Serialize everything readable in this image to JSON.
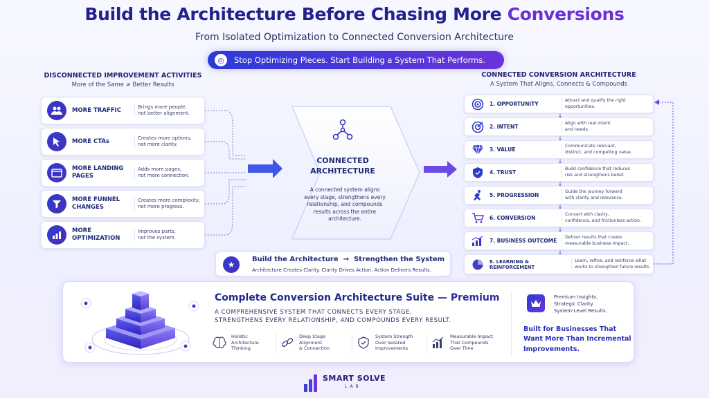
{
  "header": {
    "title_main": "Build the Architecture Before Chasing More",
    "title_accent": "Conversions",
    "subtitle": "From Isolated Optimization to Connected Conversion Architecture",
    "pill": "Stop Optimizing Pieces. Start Building a System That Performs."
  },
  "left": {
    "heading": "DISCONNECTED IMPROVEMENT ACTIVITIES",
    "subheading": "More of the Same ≠ Better Results",
    "items": [
      {
        "name": "MORE TRAFFIC",
        "desc1": "Brings more people,",
        "desc2": "not better alignment.",
        "icon": "people-icon"
      },
      {
        "name": "MORE CTAs",
        "desc1": "Creates more options,",
        "desc2": "not more clarity.",
        "icon": "cursor-icon"
      },
      {
        "name": "MORE LANDING PAGES",
        "desc1": "Adds more pages,",
        "desc2": "not more connection.",
        "icon": "browser-icon"
      },
      {
        "name": "MORE FUNNEL CHANGES",
        "desc1": "Creates more complexity,",
        "desc2": "not more progress.",
        "icon": "funnel-icon"
      },
      {
        "name": "MORE OPTIMIZATION",
        "desc1": "Improves parts,",
        "desc2": "not the system.",
        "icon": "chart-icon"
      }
    ]
  },
  "center": {
    "title_line1": "CONNECTED",
    "title_line2": "ARCHITECTURE",
    "text": [
      "A connected system aligns",
      "every stage, strengthens every",
      "relationship, and compounds",
      "results across the entire",
      "architecture."
    ]
  },
  "right": {
    "heading": "CONNECTED CONVERSION ARCHITECTURE",
    "subheading": "A System That Aligns, Connects & Compounds",
    "items": [
      {
        "name": "1. OPPORTUNITY",
        "desc1": "Attract and qualify the right",
        "desc2": "opportunities.",
        "icon": "target-icon"
      },
      {
        "name": "2. INTENT",
        "desc1": "Align with real intent",
        "desc2": "and needs.",
        "icon": "aim-icon"
      },
      {
        "name": "3. VALUE",
        "desc1": "Communicate relevant,",
        "desc2": "distinct, and compelling value.",
        "icon": "diamond-icon"
      },
      {
        "name": "4. TRUST",
        "desc1": "Build confidence that reduces",
        "desc2": "risk and strengthens belief.",
        "icon": "shield-icon"
      },
      {
        "name": "5. PROGRESSION",
        "desc1": "Guide the journey forward",
        "desc2": "with clarity and relevance.",
        "icon": "runner-icon"
      },
      {
        "name": "6. CONVERSION",
        "desc1": "Convert with clarity,",
        "desc2": "confidence, and frictionless action.",
        "icon": "cart-icon"
      },
      {
        "name": "7. BUSINESS OUTCOME",
        "desc1": "Deliver results that create",
        "desc2": "measurable business impact.",
        "icon": "growth-icon"
      },
      {
        "name": "8. LEARNING & REINFORCEMENT",
        "desc1": "Learn, refine, and reinforce what",
        "desc2": "works to strengthen future results.",
        "icon": "pie-icon"
      }
    ]
  },
  "build": {
    "left": "Build the Architecture",
    "arrow": "→",
    "right": "Strengthen the System",
    "sub": "Architecture Creates Clarity. Clarity Drives Action. Action Delivers Results."
  },
  "suite": {
    "title": "Complete Conversion Architecture Suite —",
    "premium": "Premium",
    "sub1": "A COMPREHENSIVE SYSTEM THAT CONNECTS EVERY STAGE,",
    "sub2": "STRENGTHENS EVERY RELATIONSHIP, AND COMPOUNDS EVERY RESULT.",
    "features": [
      {
        "l1": "Holistic",
        "l2": "Architecture",
        "l3": "Thinking",
        "icon": "brain-icon"
      },
      {
        "l1": "Deep Stage",
        "l2": "Alignment",
        "l3": "& Connection",
        "icon": "link-icon"
      },
      {
        "l1": "System Strength",
        "l2": "Over Isolated",
        "l3": "Improvements",
        "icon": "shield-check-icon"
      },
      {
        "l1": "Measurable Impact",
        "l2": "That Compounds",
        "l3": "Over Time",
        "icon": "bars-icon"
      }
    ],
    "premium_lines": [
      "Premium Insights.",
      "Strategic Clarity.",
      "System-Level Results."
    ],
    "built": [
      "Built for Businesses That",
      "Want More Than Incremental",
      "Improvements."
    ]
  },
  "logo": {
    "name": "SMART SOLVE",
    "lab": "LAB"
  },
  "colors": {
    "primary": "#2b3bd8",
    "accent": "#6a34d9",
    "text": "#1f2a78"
  }
}
